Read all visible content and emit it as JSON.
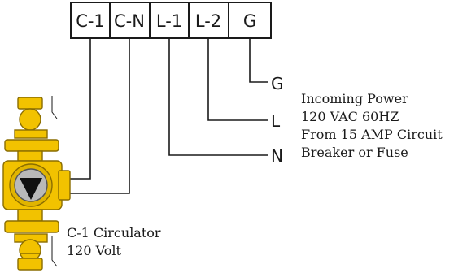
{
  "terminal_block": {
    "terminals": [
      "C-1",
      "C-N",
      "L-1",
      "L-2",
      "G"
    ]
  },
  "wire_labels": {
    "ground": "G",
    "line": "L",
    "neutral": "N"
  },
  "power_note": {
    "lines": [
      "Incoming Power",
      "120 VAC 60HZ",
      "From 15 AMP Circuit",
      "Breaker or Fuse"
    ]
  },
  "circulator_note": {
    "lines": [
      "C-1 Circulator",
      "120 Volt"
    ]
  },
  "colors": {
    "pump_body": "#f2c200",
    "pump_outline": "#8a6d00",
    "wire": "#1a1a1a",
    "pump_face": "#b9b9b9"
  }
}
